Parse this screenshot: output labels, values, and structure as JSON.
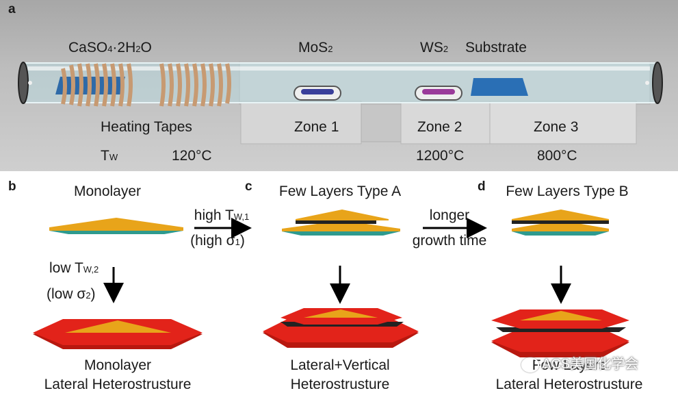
{
  "panel_a": {
    "letter": "a",
    "label_precursor": "CaSO",
    "label_precursor_sub1": "4",
    "label_precursor_mid": "·2H",
    "label_precursor_sub2": "2",
    "label_precursor_end": "O",
    "label_mos2": "MoS",
    "label_mos2_sub": "2",
    "label_ws2": "WS",
    "label_ws2_sub": "2",
    "label_substrate": "Substrate",
    "label_heating": "Heating Tapes",
    "label_zone1": "Zone 1",
    "label_zone2": "Zone 2",
    "label_zone3": "Zone 3",
    "label_tw": "T",
    "label_tw_sub": "W",
    "temp_heating": "120°C",
    "temp_zone2": "1200°C",
    "temp_zone3": "800°C",
    "colors": {
      "substrate": "#2a6fb5",
      "mos2": "#3a3f9a",
      "ws2": "#9a3a9a",
      "tape": "#c79a72"
    }
  },
  "panel_b": {
    "letter": "b",
    "title": "Monolayer",
    "arrow_down_line1": "low T",
    "arrow_down_line1_sub": "W,2",
    "arrow_down_line2_pre": "(low σ",
    "arrow_down_line2_sub": "2",
    "arrow_down_line2_post": ")",
    "bottom_line1": "Monolayer",
    "bottom_line2": "Lateral Heterostrusture"
  },
  "arrow_bc": {
    "line1": "high T",
    "line1_sub": "W,1",
    "line2_pre": "(high σ",
    "line2_sub": "1",
    "line2_post": ")"
  },
  "panel_c": {
    "letter": "c",
    "title": "Few Layers Type A",
    "bottom_line1": "Lateral+Vertical",
    "bottom_line2": "Heterostrusture"
  },
  "arrow_cd": {
    "line1": "longer",
    "line2": "growth time"
  },
  "panel_d": {
    "letter": "d",
    "title": "Few Layers Type B",
    "bottom_line1": "Few Layers",
    "bottom_line2": "Lateral Heterostrusture"
  },
  "watermark": "ACS美国化学会",
  "colors": {
    "yellow": "#e8a41a",
    "teal": "#2e9a8e",
    "red": "#e2231a",
    "dark": "#222222"
  }
}
